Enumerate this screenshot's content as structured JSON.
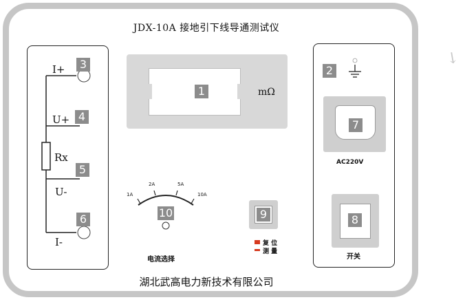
{
  "title": "JDX-10A 接地引下线导通测试仪",
  "footer": "湖北武高电力新技术有限公司",
  "display": {
    "number": "1",
    "unit": "mΩ"
  },
  "terminals": [
    {
      "number": "3",
      "label": "I+"
    },
    {
      "number": "4",
      "label": "U+"
    },
    {
      "number": "5",
      "label": "U-"
    },
    {
      "number": "6",
      "label": "I-"
    }
  ],
  "resistor_label": "Rx",
  "ground": {
    "number": "2"
  },
  "power": {
    "number": "7",
    "label": "AC220V"
  },
  "switch": {
    "number": "8",
    "label": "开关"
  },
  "reset_button": {
    "number": "9",
    "reset_label": "复 位",
    "measure_label": "测 量"
  },
  "current_selector": {
    "number": "10",
    "label": "电流选择",
    "options": [
      "1A",
      "2A",
      "5A",
      "10A"
    ]
  },
  "colors": {
    "frame": "#c6c6c6",
    "badge": "#8c8c8c",
    "display": "#d8d8d8",
    "indicator": "#d63a1f"
  }
}
